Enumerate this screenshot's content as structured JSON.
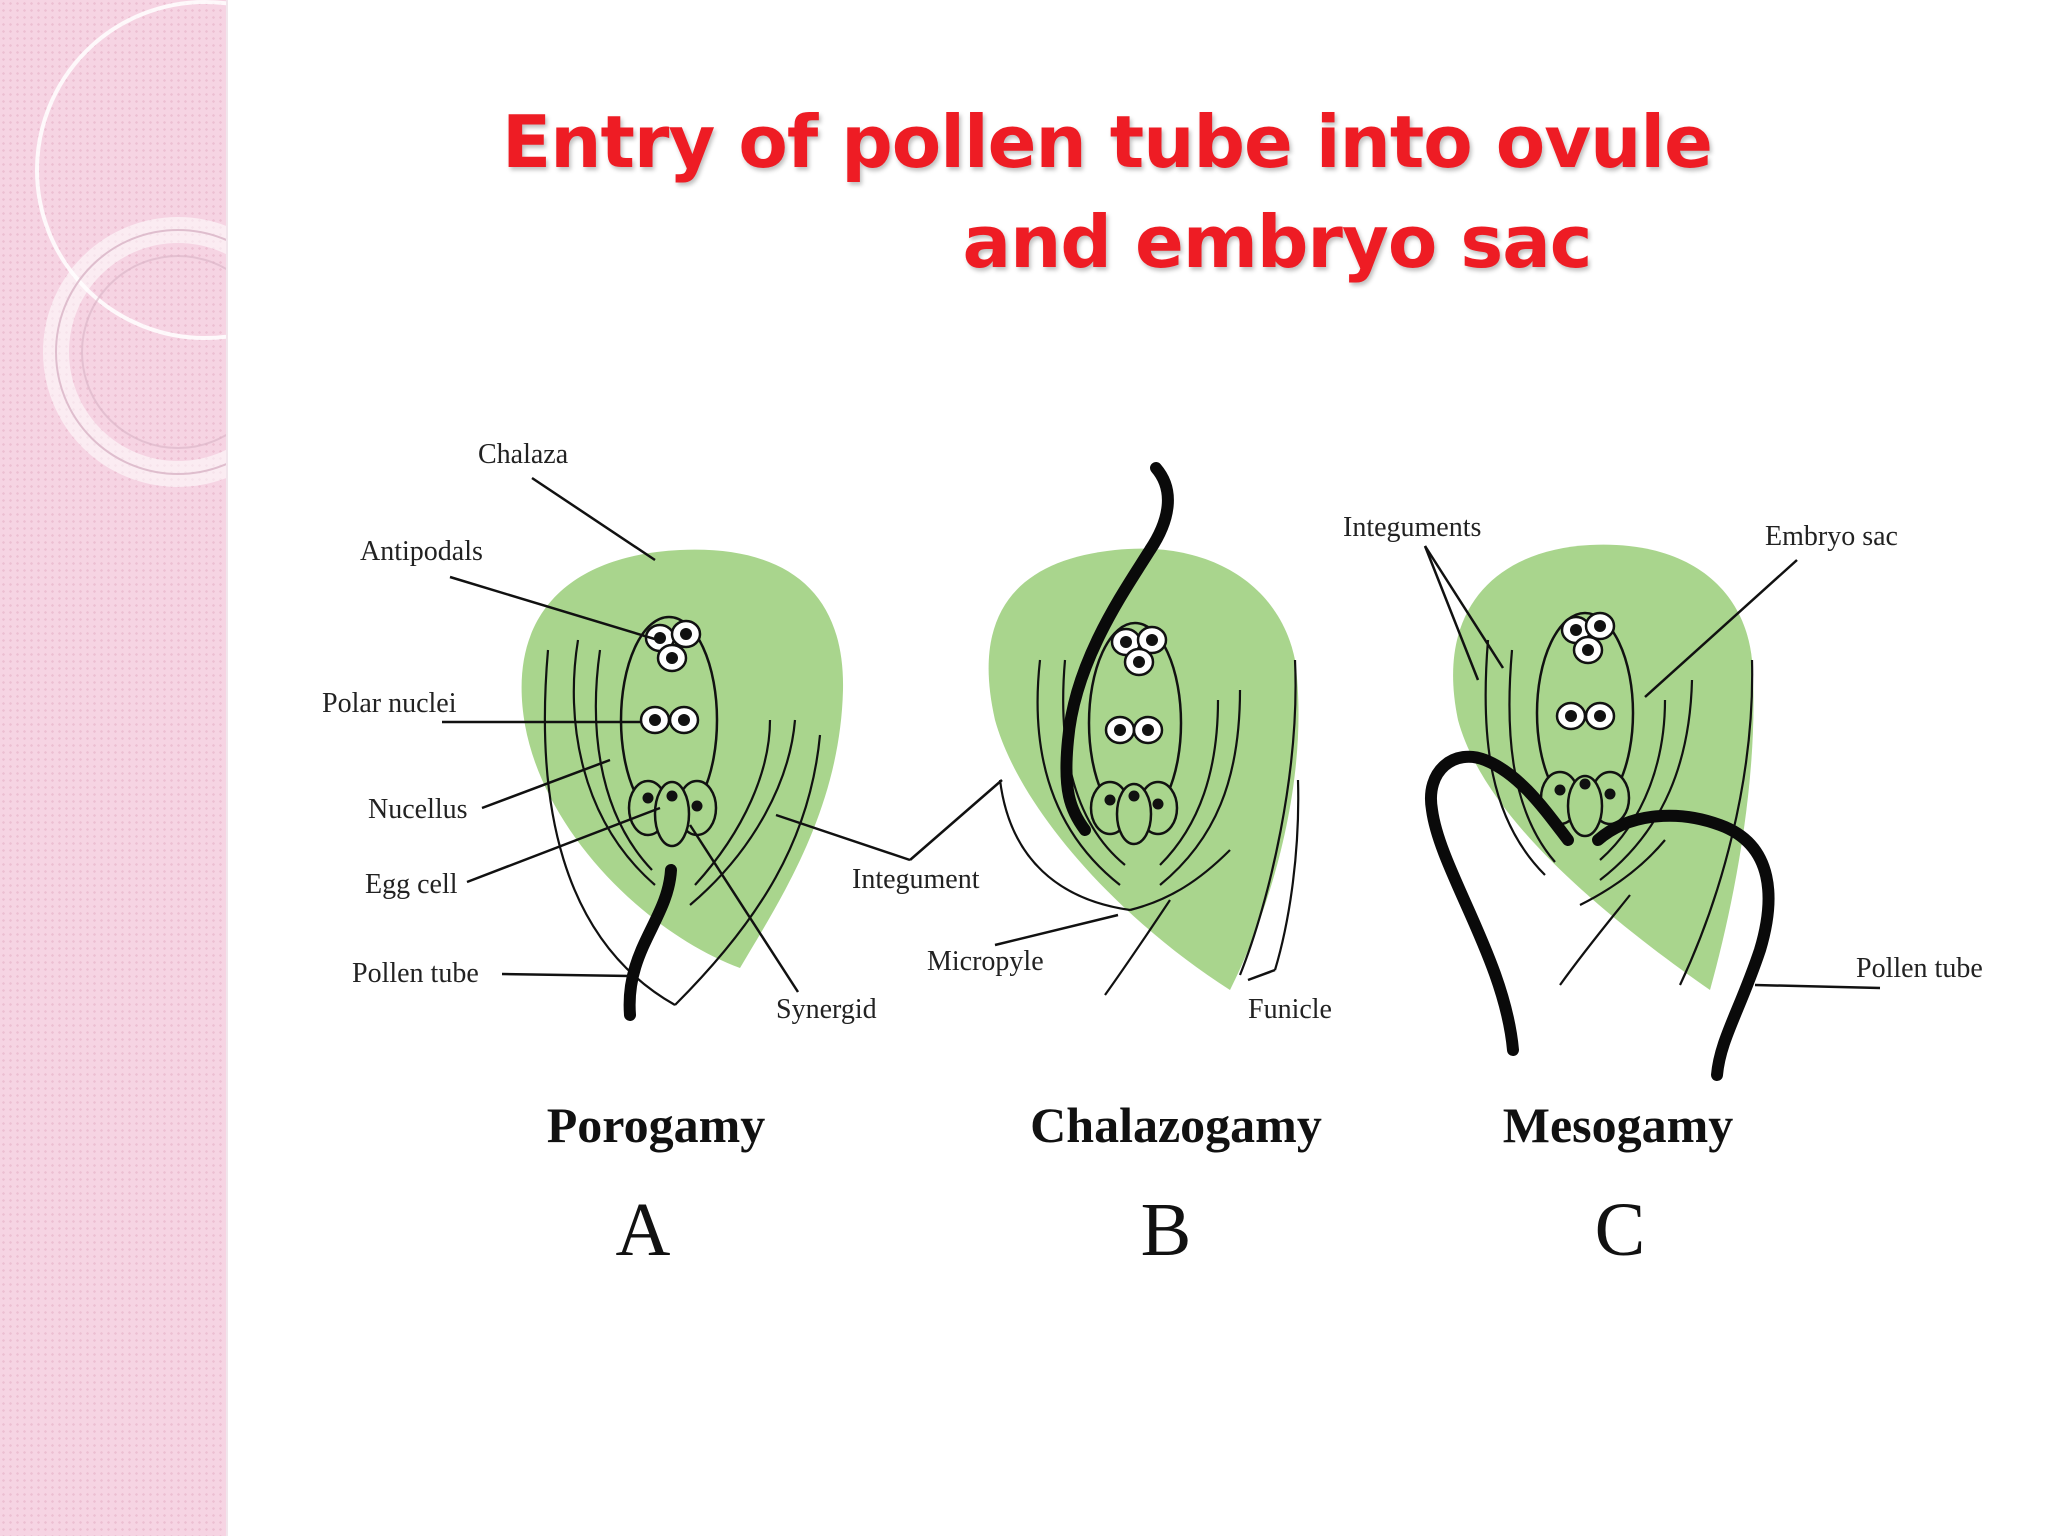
{
  "slide": {
    "title_line1": "Entry of pollen tube into ovule",
    "title_line2": "and embryo sac",
    "title_color": "#ee1c24",
    "sidebar_color": "#f6d4e3",
    "ovule_color": "#a9d58d"
  },
  "diagram": {
    "labels": {
      "chalaza": "Chalaza",
      "antipodals": "Antipodals",
      "polar_nuclei": "Polar nuclei",
      "nucellus": "Nucellus",
      "egg_cell": "Egg cell",
      "pollen_tube_a": "Pollen tube",
      "synergid": "Synergid",
      "integument": "Integument",
      "micropyle": "Micropyle",
      "funicle": "Funicle",
      "integuments": "Integuments",
      "embryo_sac": "Embryo sac",
      "pollen_tube_c": "Pollen tube"
    },
    "methods": [
      {
        "name": "Porogamy",
        "letter": "A"
      },
      {
        "name": "Chalazogamy",
        "letter": "B"
      },
      {
        "name": "Mesogamy",
        "letter": "C"
      }
    ]
  }
}
